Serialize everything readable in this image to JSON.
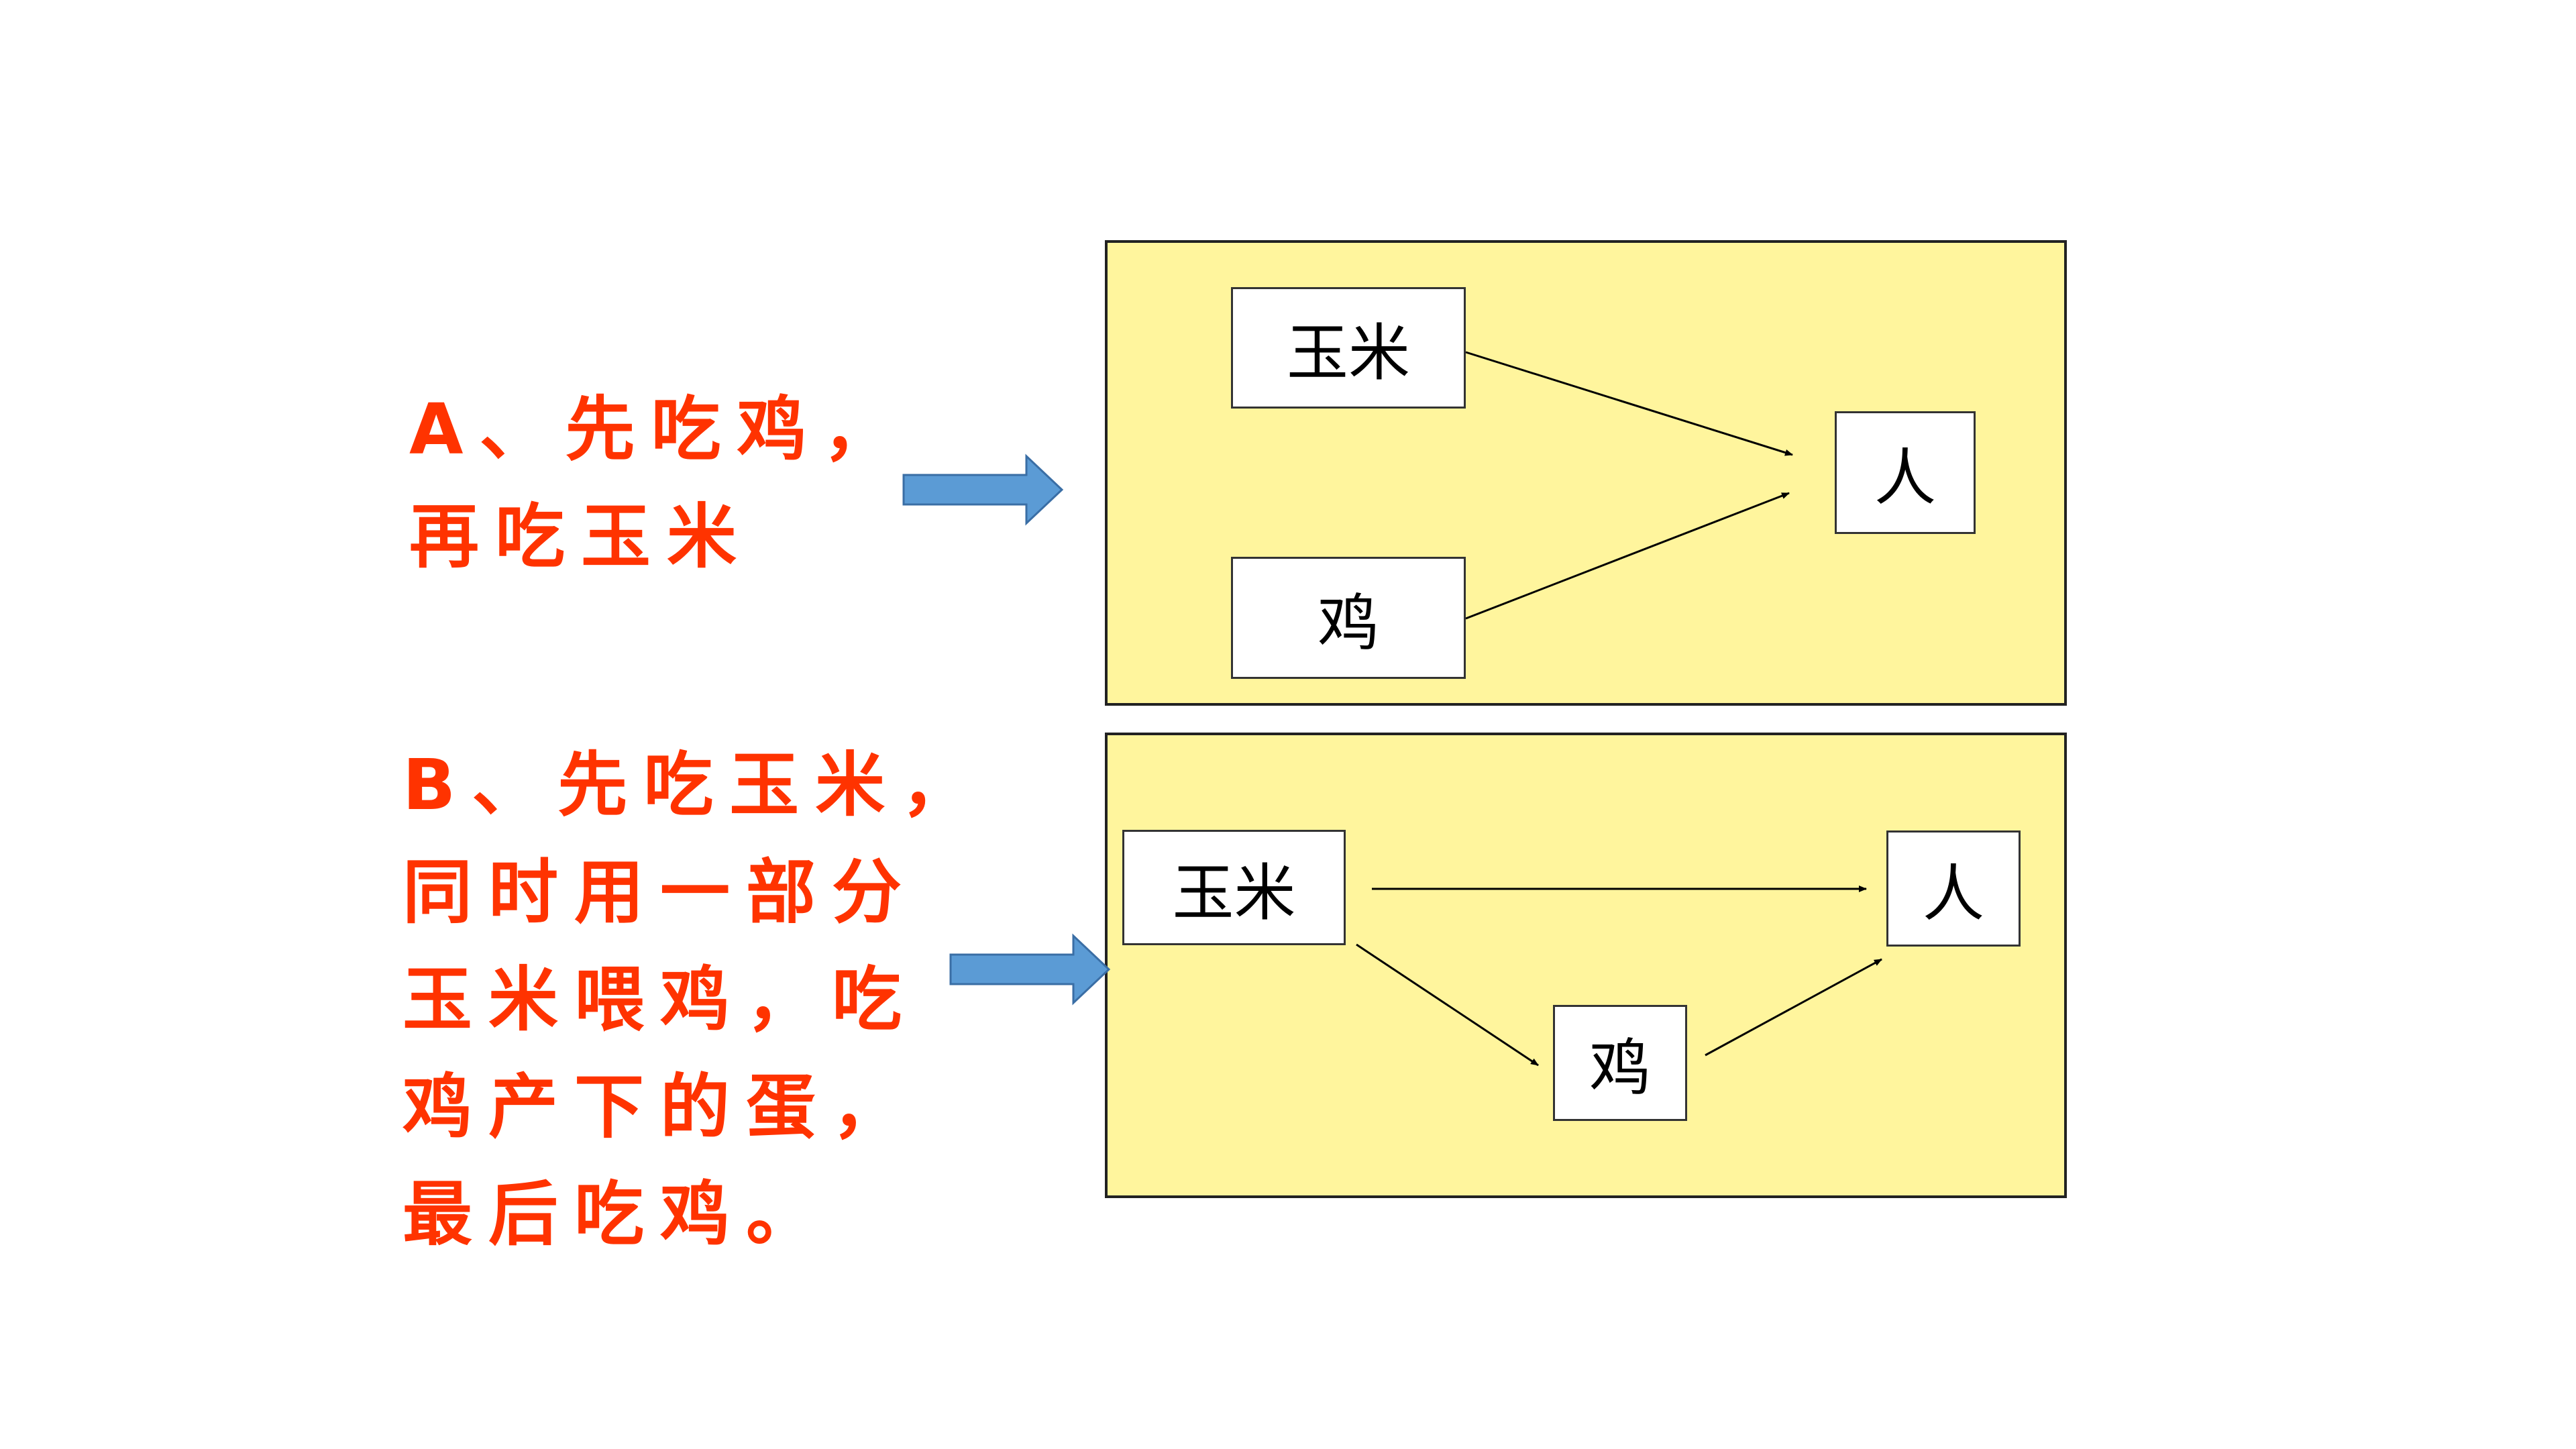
{
  "colors": {
    "label_text": "#ff3300",
    "panel_fill": "#fff59d",
    "block_arrow": "#5b9bd5"
  },
  "option_a": {
    "label_lines": [
      "A、先吃鸡，",
      "再吃玉米"
    ],
    "nodes": {
      "corn": "玉米",
      "chicken": "鸡",
      "human": "人"
    }
  },
  "option_b": {
    "label_lines": [
      "B、先吃玉米，",
      "同时用一部分",
      "玉米喂鸡，吃",
      "鸡产下的蛋，",
      "最后吃鸡。"
    ],
    "nodes": {
      "corn": "玉米",
      "chicken": "鸡",
      "human": "人"
    }
  }
}
